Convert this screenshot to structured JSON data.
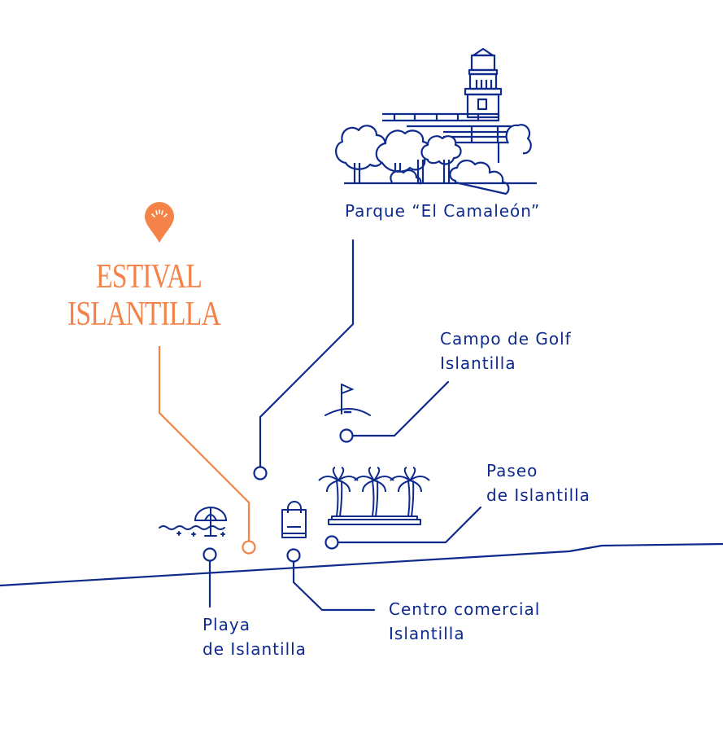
{
  "brand": {
    "line1": "ESTIVAL",
    "line2": "ISLANTILLA",
    "pin_icon": "location-pin-icon",
    "color": "#f4834a"
  },
  "line_color": "#0d2a8c",
  "places": [
    {
      "id": "parque",
      "line1": "Parque “El Camaleón”",
      "line2": "",
      "icon": "lighthouse-park-icon"
    },
    {
      "id": "golf",
      "line1": "Campo de Golf",
      "line2": "Islantilla",
      "icon": "golf-flag-icon"
    },
    {
      "id": "paseo",
      "line1": "Paseo",
      "line2": "de Islantilla",
      "icon": "palm-trees-icon"
    },
    {
      "id": "centro",
      "line1": "Centro comercial",
      "line2": "Islantilla",
      "icon": "shopping-bag-icon"
    },
    {
      "id": "playa",
      "line1": "Playa",
      "line2": "de Islantilla",
      "icon": "beach-umbrella-icon"
    }
  ]
}
